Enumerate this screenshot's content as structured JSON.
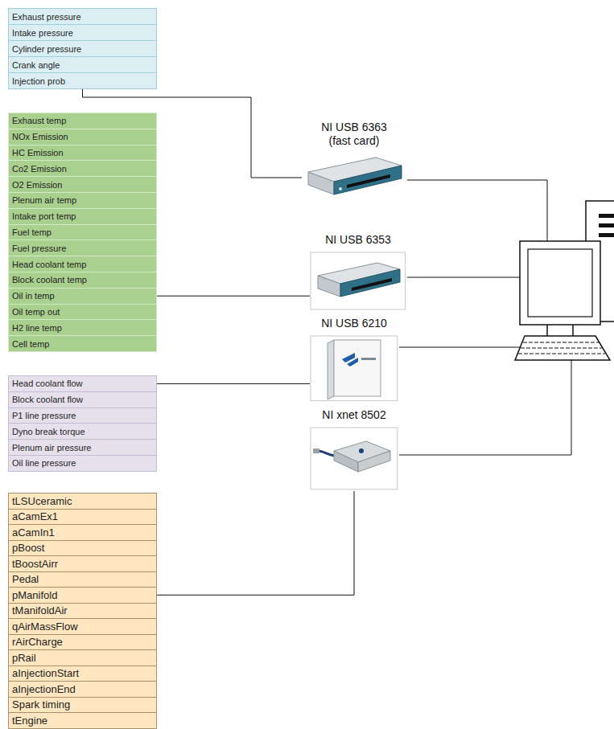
{
  "diagram": {
    "nodes": [
      {
        "text": [
          "Exhaust pressure"
        ]
      },
      {
        "text": [
          "Intake pressure"
        ]
      },
      {
        "text": [
          "Cylinder pressure"
        ]
      },
      {
        "text": [
          "Crank angle"
        ]
      },
      {
        "text": [
          "Injection prob"
        ]
      },
      {
        "text": [
          "Exhaust temp"
        ]
      },
      {
        "text": [
          "NOx Emission"
        ]
      },
      {
        "text": [
          "HC Emission"
        ]
      },
      {
        "text": [
          "Co2 Emission"
        ]
      },
      {
        "text": [
          "O2 Emission"
        ]
      },
      {
        "text": [
          "Plenum air temp"
        ]
      },
      {
        "text": [
          "Intake port temp"
        ]
      },
      {
        "text": [
          "Fuel temp"
        ]
      },
      {
        "text": [
          "Fuel pressure"
        ]
      },
      {
        "text": [
          "Head coolant temp"
        ]
      },
      {
        "text": [
          "Block coolant temp"
        ]
      },
      {
        "text": [
          "Oil in temp"
        ]
      },
      {
        "text": [
          "Oil temp out"
        ]
      },
      {
        "text": [
          "H2 line temp"
        ]
      },
      {
        "text": [
          "Cell temp"
        ]
      },
      {
        "text": [
          "Head coolant flow"
        ]
      },
      {
        "text": [
          "Block coolant flow"
        ]
      },
      {
        "text": [
          "P1 line pressure"
        ]
      },
      {
        "text": [
          "Dyno break torque"
        ]
      },
      {
        "text": [
          "Plenum air pressure"
        ]
      },
      {
        "text": [
          "Oil line pressure"
        ]
      },
      {
        "text": [
          "tLSUceramic"
        ]
      },
      {
        "text": [
          "aCamEx1"
        ]
      },
      {
        "text": [
          "aCamIn1"
        ]
      },
      {
        "text": [
          "pBoost"
        ]
      },
      {
        "text": [
          "tBoostAirr"
        ]
      },
      {
        "text": [
          "Pedal"
        ]
      },
      {
        "text": [
          "pManifold"
        ]
      },
      {
        "text": [
          "tManifoldAir"
        ]
      },
      {
        "text": [
          "qAirMassFlow"
        ]
      },
      {
        "text": [
          "rAirCharge"
        ]
      },
      {
        "text": [
          "pRail"
        ]
      },
      {
        "text": [
          "aInjectionStart"
        ]
      },
      {
        "text": [
          "aInjectionEnd"
        ]
      },
      {
        "text": [
          "Spark timing"
        ]
      },
      {
        "text": [
          "tEngine"
        ]
      },
      {
        "text": [
          "NI USB 6363 (fast card)"
        ]
      },
      {
        "text": [
          "NI USB 6353"
        ]
      },
      {
        "text": [
          "NI USB 6210"
        ]
      },
      {
        "text": [
          "NI xnet 8502"
        ]
      }
    ],
    "edges": [
      {
        "from": 4,
        "to": 41,
        "arrow": "none"
      },
      {
        "from": 16,
        "to": 42,
        "arrow": "none"
      },
      {
        "from": 20,
        "to": 43,
        "arrow": "none"
      },
      {
        "from": 32,
        "to": 44,
        "arrow": "none"
      }
    ]
  }
}
